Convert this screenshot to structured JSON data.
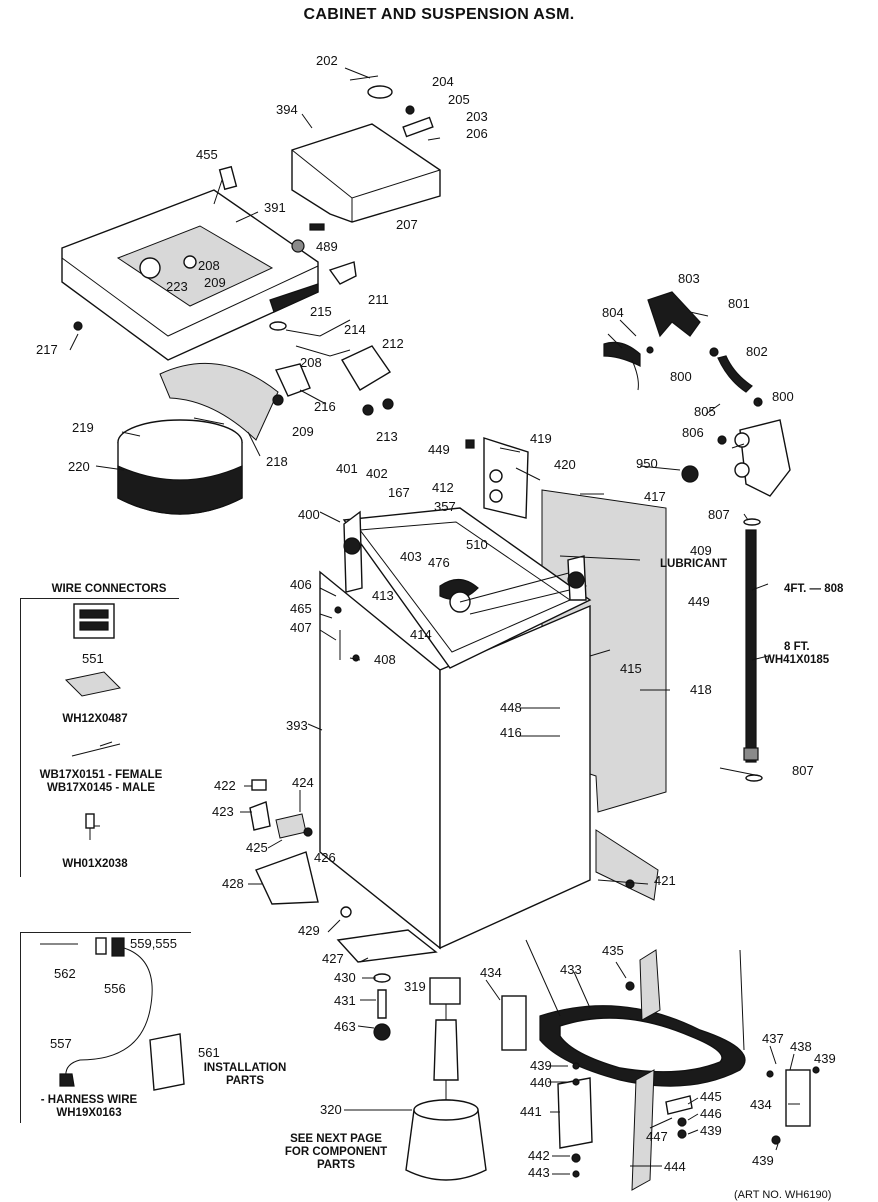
{
  "title": "CABINET AND SUSPENSION ASM.",
  "wire_connectors": {
    "heading": "WIRE CONNECTORS",
    "items": [
      "551",
      "WH12X0487",
      "WB17X0151 - FEMALE",
      "WB17X0145 - MALE",
      "WH01X2038"
    ]
  },
  "harness": {
    "labels": [
      "562",
      "556",
      "559,555",
      "557",
      "561"
    ],
    "installation": "INSTALLATION",
    "parts": "PARTS",
    "harness_wire": "- HARNESS WIRE",
    "harness_code": "WH19X0163"
  },
  "notes": {
    "lubricant_num": "409",
    "lubricant": "LUBRICANT",
    "hose_4ft": "4FT. — 808",
    "hose_8ft": "8 FT.",
    "hose_code": "WH41X0185",
    "see_next": [
      "SEE NEXT PAGE",
      "FOR COMPONENT",
      "PARTS"
    ],
    "art_no": "(ART NO. WH6190)"
  },
  "callouts": {
    "c202": "202",
    "c204": "204",
    "c205": "205",
    "c203": "203",
    "c206": "206",
    "c394": "394",
    "c455": "455",
    "c391": "391",
    "c207": "207",
    "c489": "489",
    "c208a": "208",
    "c223": "223",
    "c209a": "209",
    "c211": "211",
    "c215": "215",
    "c214": "214",
    "c212": "212",
    "c217": "217",
    "c208b": "208",
    "c216": "216",
    "c209b": "209",
    "c213": "213",
    "c219": "219",
    "c218": "218",
    "c220": "220",
    "c803": "803",
    "c804": "804",
    "c801": "801",
    "c802": "802",
    "c800a": "800",
    "c800b": "800",
    "c805": "805",
    "c806": "806",
    "c950": "950",
    "c807a": "807",
    "c807b": "807",
    "c449a": "449",
    "c419": "419",
    "c420": "420",
    "c417": "417",
    "c401": "401",
    "c402": "402",
    "c167": "167",
    "c412": "412",
    "c357": "357",
    "c400": "400",
    "c510": "510",
    "c403": "403",
    "c476": "476",
    "c406": "406",
    "c413": "413",
    "c465": "465",
    "c407": "407",
    "c414": "414",
    "c408": "408",
    "c449b": "449",
    "c415": "415",
    "c418": "418",
    "c448": "448",
    "c416": "416",
    "c393": "393",
    "c422": "422",
    "c424": "424",
    "c423": "423",
    "c425": "425",
    "c426": "426",
    "c428": "428",
    "c421": "421",
    "c429": "429",
    "c427": "427",
    "c430": "430",
    "c319": "319",
    "c431": "431",
    "c463": "463",
    "c320": "320",
    "c434a": "434",
    "c433": "433",
    "c435": "435",
    "c437": "437",
    "c438": "438",
    "c439a": "439",
    "c439b": "439",
    "c440": "440",
    "c441": "441",
    "c445": "445",
    "c446": "446",
    "c439c": "439",
    "c447": "447",
    "c442": "442",
    "c443": "443",
    "c444": "444",
    "c434b": "434",
    "c439d": "439"
  }
}
